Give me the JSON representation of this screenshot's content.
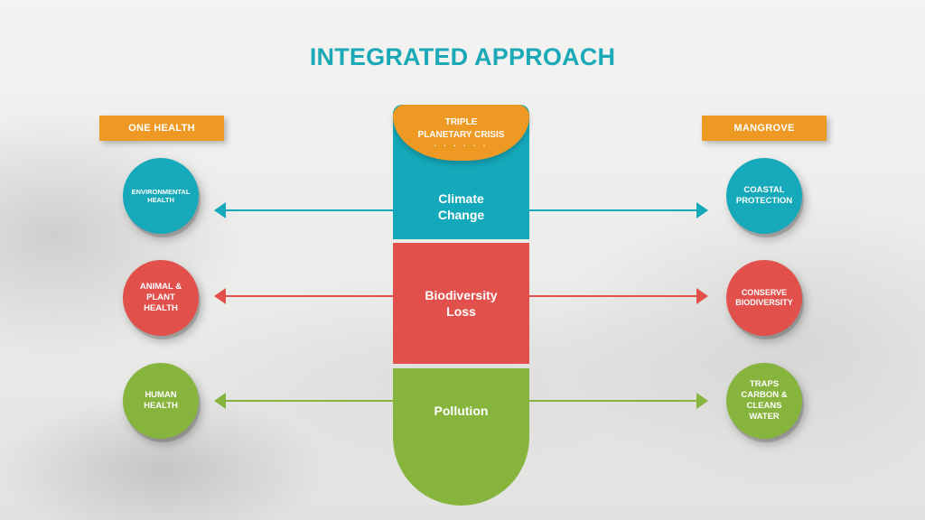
{
  "title": "INTEGRATED APPROACH",
  "left_column": {
    "header": "ONE HEALTH",
    "items": [
      {
        "lines": [
          "ENVIRONMENTAL",
          "HEALTH"
        ],
        "color": "#15a9b9"
      },
      {
        "lines": [
          "ANIMAL &",
          "PLANT",
          "HEALTH"
        ],
        "color": "#e1504b"
      },
      {
        "lines": [
          "HUMAN",
          "HEALTH"
        ],
        "color": "#86b43c"
      }
    ]
  },
  "right_column": {
    "header": "MANGROVE",
    "items": [
      {
        "lines": [
          "COASTAL",
          "PROTECTION"
        ],
        "color": "#15a9b9"
      },
      {
        "lines": [
          "CONSERVE",
          "BIODIVERSITY"
        ],
        "color": "#e1504b"
      },
      {
        "lines": [
          "TRAPS",
          "CARBON &",
          "CLEANS",
          "WATER"
        ],
        "color": "#86b43c"
      }
    ]
  },
  "center_column": {
    "cap": {
      "lines": [
        "TRIPLE",
        "PLANETARY CRISIS"
      ],
      "dots": "· · · · · ·",
      "color": "#ee9923"
    },
    "segments": [
      {
        "lines": [
          "Climate",
          "Change"
        ],
        "color": "#14a9ba"
      },
      {
        "lines": [
          "Biodiversity",
          "Loss"
        ],
        "color": "#e1504b"
      },
      {
        "lines": [
          "Pollution"
        ],
        "color": "#86b43c"
      }
    ]
  },
  "colors": {
    "title": "#1ba9b8",
    "tag": "#ee9923",
    "teal": "#15a9b9",
    "red": "#e1504b",
    "green": "#86b43c"
  }
}
